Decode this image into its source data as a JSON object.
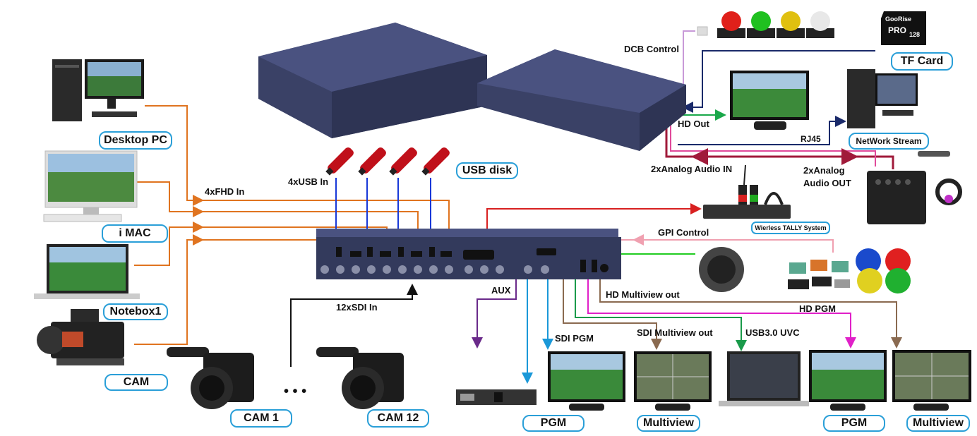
{
  "sources": {
    "desktop_pc": "Desktop PC",
    "imac": "i MAC",
    "notebook": "Notebox1",
    "cam": "CAM",
    "cam1": "CAM 1",
    "cam12": "CAM 12",
    "ellipsis": "• • •"
  },
  "inputs": {
    "fhd_in": "4xFHD In",
    "usb_in": "4xUSB In",
    "usb_disk": "USB  disk",
    "sdi_in": "12xSDI In"
  },
  "control": {
    "dcb_control": "DCB Control",
    "tf_card": "TF Card",
    "hd_out": "HD Out",
    "rj45": "RJ45",
    "network_stream": "NetWork Stream",
    "analog_audio_in": "2xAnalog Audio IN",
    "analog_audio_out_line1": "2xAnalog",
    "analog_audio_out_line2": "Audio OUT",
    "tally_system": "Wierless TALLY System",
    "gpi_control": "GPI Control",
    "sd_card_brand": "GooRise",
    "sd_card_pro": "PRO",
    "sd_card_size": "128"
  },
  "outputs": {
    "aux": "AUX",
    "sdi_pgm": "SDI PGM",
    "sdi_multiview_out": "SDI Multiview out",
    "usb3_uvc": "USB3.0 UVC",
    "hd_multiview_out": "HD Multiview out",
    "hd_pgm": "HD PGM",
    "pgm_left": "PGM",
    "multiview_left": "Multiview",
    "pgm_right": "PGM",
    "multiview_right": "Multiview"
  },
  "colors": {
    "fhd_wire": "#e07420",
    "usb_wire": "#1838d8",
    "sdi_wire": "#111111",
    "dcb_wire": "#c89ad8",
    "hd_out_wire": "#1aa84a",
    "tf_wire": "#1a2a6a",
    "rj45_wire": "#1a2a6a",
    "audio_wire": "#a01a3a",
    "audio_pink": "#e04a9a",
    "tally_wire": "#d82020",
    "gpi_wire": "#f0a0b0",
    "gpi_green": "#22cc22",
    "aux_wire": "#6a2a8a",
    "sdi_pgm_wire": "#1a98d8",
    "multiview_wire": "#8a6a50",
    "uvc_wire": "#1a9a4a",
    "hd_pgm_wire": "#e020c8",
    "pill_border": "#2a9fd8",
    "device_body": "#333a5c"
  }
}
